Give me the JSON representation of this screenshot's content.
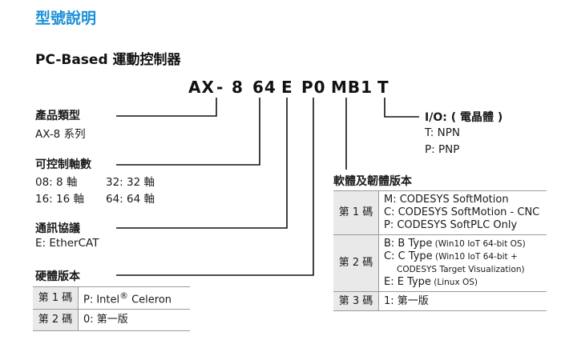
{
  "title": "型號說明",
  "subtitle": "PC-Based 運動控制器",
  "code_parts": [
    "AX",
    "-",
    "8",
    "64",
    "E",
    "P0",
    "MB1",
    "T"
  ],
  "product_type": {
    "heading": "產品類型",
    "value": "AX-8 系列"
  },
  "axes": {
    "heading": "可控制軸數",
    "items": [
      "08: 8 軸",
      "32: 32 軸",
      "16: 16 軸",
      "64: 64 軸"
    ]
  },
  "protocol": {
    "heading": "通訊協議",
    "value": "E: EtherCAT"
  },
  "hardware": {
    "heading": "硬體版本",
    "rows": [
      {
        "key": "第 1 碼",
        "value_prefix": "P: Intel",
        "value_sup": "®",
        "value_suffix": " Celeron"
      },
      {
        "key": "第 2 碼",
        "value": "0: 第一版"
      }
    ]
  },
  "io": {
    "heading": "I/O: ( 電晶體 )",
    "items": [
      "T: NPN",
      "P: PNP"
    ]
  },
  "software": {
    "heading": "軟體及韌體版本",
    "row1": {
      "key": "第 1 碼",
      "lines": [
        "M: CODESYS SoftMotion",
        "C: CODESYS SoftMotion - CNC",
        "P: CODESYS SoftPLC Only"
      ]
    },
    "row2": {
      "key": "第 2 碼",
      "b_main": "B: B Type",
      "b_small": " (Win10 IoT 64-bit OS)",
      "c_main": "C: C Type",
      "c_small": " (Win10 IoT 64-bit +",
      "c_small2": "CODESYS Target Visualization)",
      "e_main": "E: E Type",
      "e_small": " (Linux OS)"
    },
    "row3": {
      "key": "第 3 碼",
      "value": "1: 第一版"
    }
  }
}
